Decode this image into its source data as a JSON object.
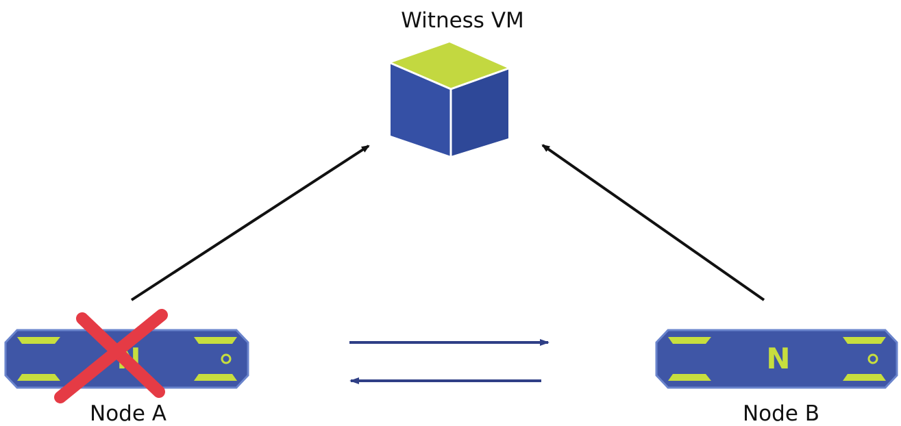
{
  "diagram": {
    "witness": {
      "label": "Witness VM",
      "icon": "cube-icon"
    },
    "node_a": {
      "label": "Node A",
      "status": "failed",
      "icon": "server-node-icon",
      "logo_letter": "N"
    },
    "node_b": {
      "label": "Node B",
      "status": "online",
      "icon": "server-node-icon",
      "logo_letter": "N"
    },
    "links": [
      {
        "from": "Node A",
        "to": "Witness VM"
      },
      {
        "from": "Node B",
        "to": "Witness VM"
      },
      {
        "from": "Node A",
        "to": "Node B"
      },
      {
        "from": "Node B",
        "to": "Node A"
      }
    ],
    "colors": {
      "node_body": "#3f56a6",
      "node_outline": "#6a84cc",
      "node_accent": "#c7de3e",
      "cube_top": "#c3d840",
      "cube_left": "#3550a5",
      "cube_right": "#2e4898",
      "failure_mark": "#e53b45",
      "replication_arrow": "#2f3f86",
      "witness_arrow": "#111111"
    }
  }
}
